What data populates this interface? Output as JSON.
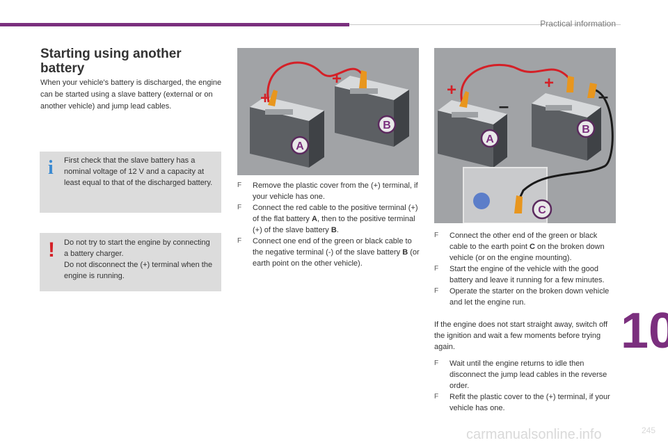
{
  "header": {
    "section": "Practical information"
  },
  "title": "Starting using another battery",
  "intro": "When your vehicle's battery is discharged, the engine can be started using a slave battery (external or on another vehicle) and jump lead cables.",
  "info_box": {
    "icon": "info-icon",
    "icon_glyph": "i",
    "text": "First check that the slave battery has a nominal voltage of 12 V and a capacity at least equal to that of the discharged battery."
  },
  "warning_box": {
    "icon": "warning-icon",
    "icon_glyph": "!",
    "text_line1": "Do not try to start the engine by connecting a battery charger.",
    "text_line2": "Do not disconnect the (+) terminal when the engine is running."
  },
  "illustration_1": {
    "labels": [
      "+",
      "+",
      "A",
      "B"
    ]
  },
  "illustration_2": {
    "labels": [
      "+",
      "+",
      "–",
      "–",
      "A",
      "B",
      "C"
    ]
  },
  "steps_1": [
    {
      "pre": "Remove the plastic cover from the (+) terminal, if your vehicle has one.",
      "bold": "",
      "post": ""
    },
    {
      "pre": "Connect the red cable to the positive terminal (+) of the flat battery ",
      "bold": "A",
      "post": ", then to the positive terminal (+) of the slave battery ",
      "bold2": "B",
      "post2": "."
    },
    {
      "pre": "Connect one end of the green or black cable to the negative terminal (-) of the slave battery ",
      "bold": "B",
      "post": " (or earth point on the other vehicle)."
    }
  ],
  "steps_2": [
    {
      "pre": "Connect the other end of the green or black cable to the earth point ",
      "bold": "C",
      "post": " on the broken down vehicle (or on the engine mounting)."
    },
    {
      "pre": "Start the engine of the vehicle with the good battery and leave it running for a few minutes.",
      "bold": "",
      "post": ""
    },
    {
      "pre": "Operate the starter on the broken down vehicle and let the engine run.",
      "bold": "",
      "post": ""
    }
  ],
  "note": "If the engine does not start straight away, switch off the ignition and wait a few moments before trying again.",
  "steps_3": [
    {
      "pre": "Wait until the engine returns to idle then disconnect the jump lead cables in the reverse order.",
      "bold": "",
      "post": ""
    },
    {
      "pre": "Refit the plastic cover to the (+) terminal, if your vehicle has one.",
      "bold": "",
      "post": ""
    }
  ],
  "bullet_glyph": "F",
  "chapter": "10",
  "page_number": "245",
  "watermark": "carmanualsonline.info",
  "colors": {
    "accent": "#7b2f7e",
    "info": "#3d8bd1",
    "warning": "#d42027",
    "cable_red": "#d42027",
    "cable_black": "#1a1a1a",
    "clamp": "#e8961e"
  }
}
